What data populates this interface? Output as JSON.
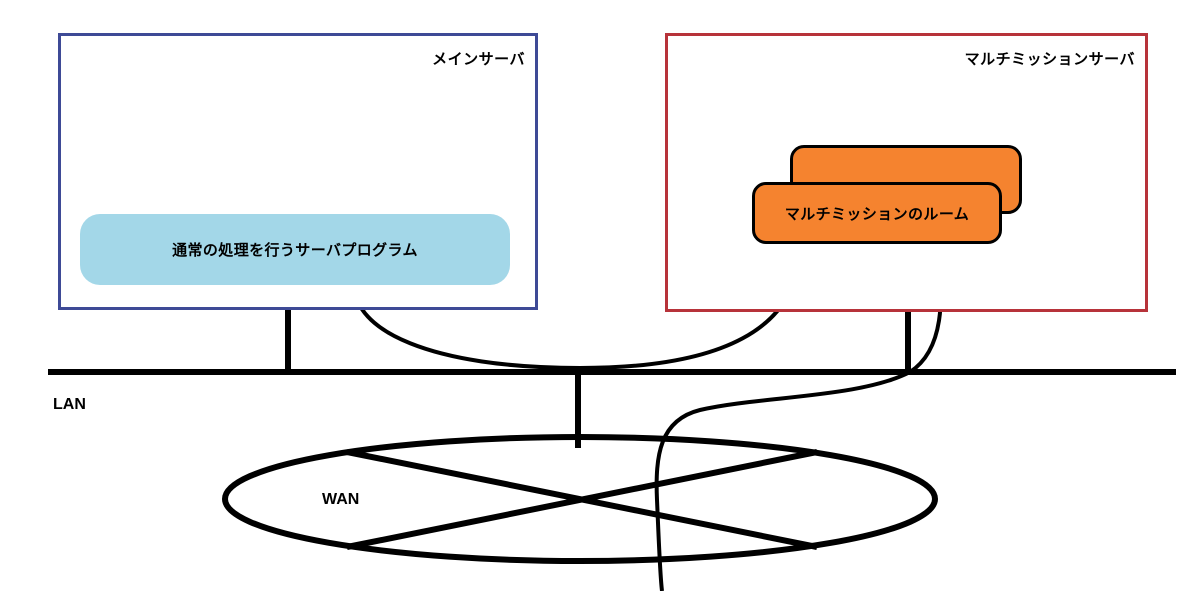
{
  "diagram": {
    "title_alt": "",
    "boxes": [
      {
        "id": "main-server",
        "label": "メインサーバ",
        "border_color": "#3e4a96"
      },
      {
        "id": "multimission-server",
        "label": "マルチミッションサーバ",
        "border_color": "#b7333a"
      }
    ],
    "nodes": [
      {
        "id": "normal-program",
        "label": "通常の処理を行うサーバプログラム",
        "fill_color": "#a3d7e8"
      },
      {
        "id": "multimission-room",
        "label": "マルチミッションのルーム",
        "fill_color": "#f5832f",
        "border_color": "#000000"
      }
    ],
    "network_labels": {
      "lan": "LAN",
      "wan": "WAN"
    },
    "line_color": "#000000"
  }
}
